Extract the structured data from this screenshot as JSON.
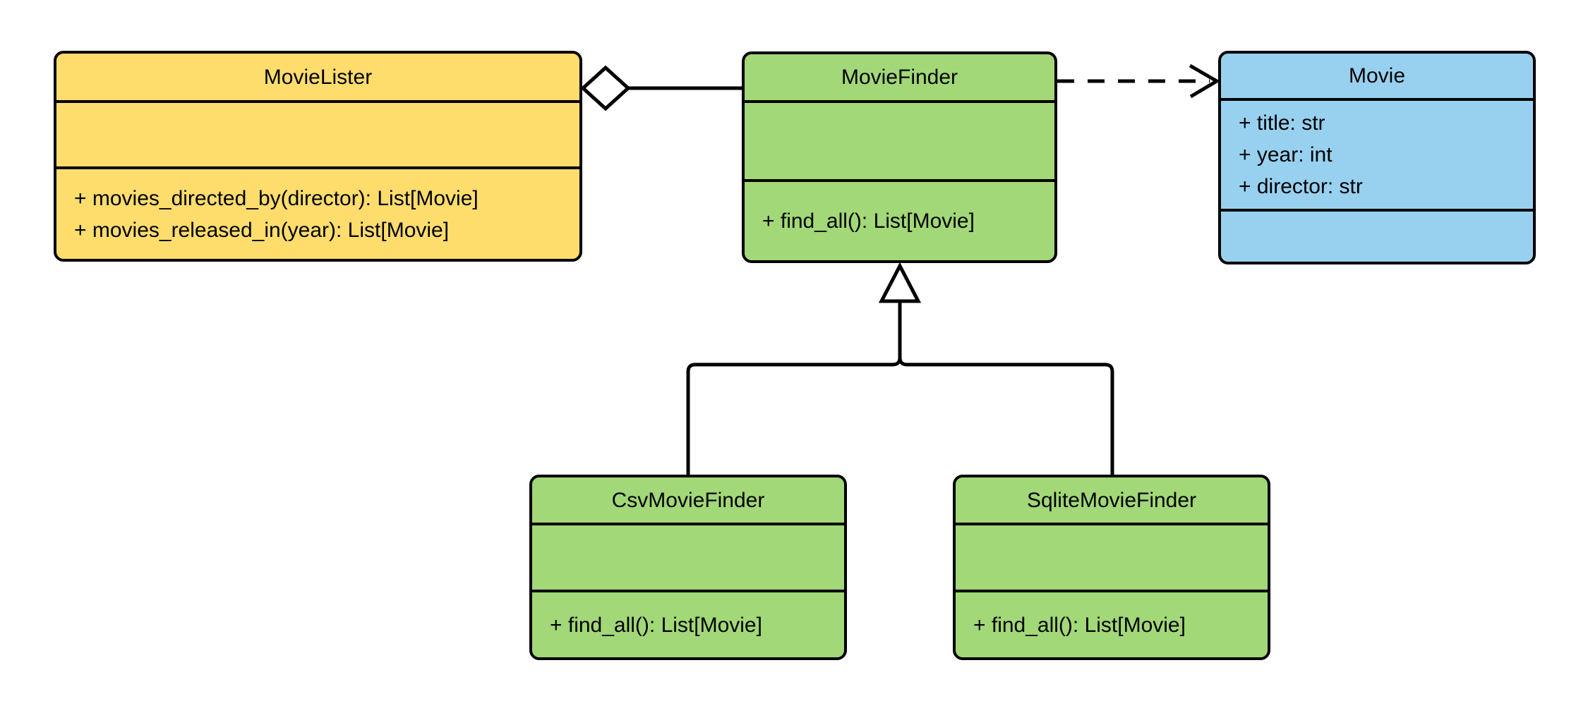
{
  "diagram": {
    "type": "uml-class-diagram",
    "colors": {
      "canvas": "#FFFFFF",
      "stroke": "#000000",
      "lister_fill": "#FFDD6D",
      "finder_fill": "#A2D877",
      "movie_fill": "#98D1F0"
    },
    "classes": [
      {
        "name": "MovieLister",
        "fill": "#FFDD6D",
        "attributes": [],
        "methods": [
          "+ movies_directed_by(director): List[Movie]",
          "+ movies_released_in(year): List[Movie]"
        ]
      },
      {
        "name": "MovieFinder",
        "fill": "#A2D877",
        "attributes": [],
        "methods": [
          "+ find_all(): List[Movie]"
        ]
      },
      {
        "name": "Movie",
        "fill": "#98D1F0",
        "attributes": [
          "+ title: str",
          "+ year: int",
          "+ director: str"
        ],
        "methods": []
      },
      {
        "name": "CsvMovieFinder",
        "fill": "#A2D877",
        "attributes": [],
        "methods": [
          "+ find_all(): List[Movie]"
        ]
      },
      {
        "name": "SqliteMovieFinder",
        "fill": "#A2D877",
        "attributes": [],
        "methods": [
          "+ find_all(): List[Movie]"
        ]
      }
    ],
    "relationships": [
      {
        "type": "aggregation",
        "from": "MovieLister",
        "to": "MovieFinder"
      },
      {
        "type": "dependency",
        "from": "MovieFinder",
        "to": "Movie"
      },
      {
        "type": "inheritance",
        "from": "CsvMovieFinder",
        "to": "MovieFinder"
      },
      {
        "type": "inheritance",
        "from": "SqliteMovieFinder",
        "to": "MovieFinder"
      }
    ]
  }
}
